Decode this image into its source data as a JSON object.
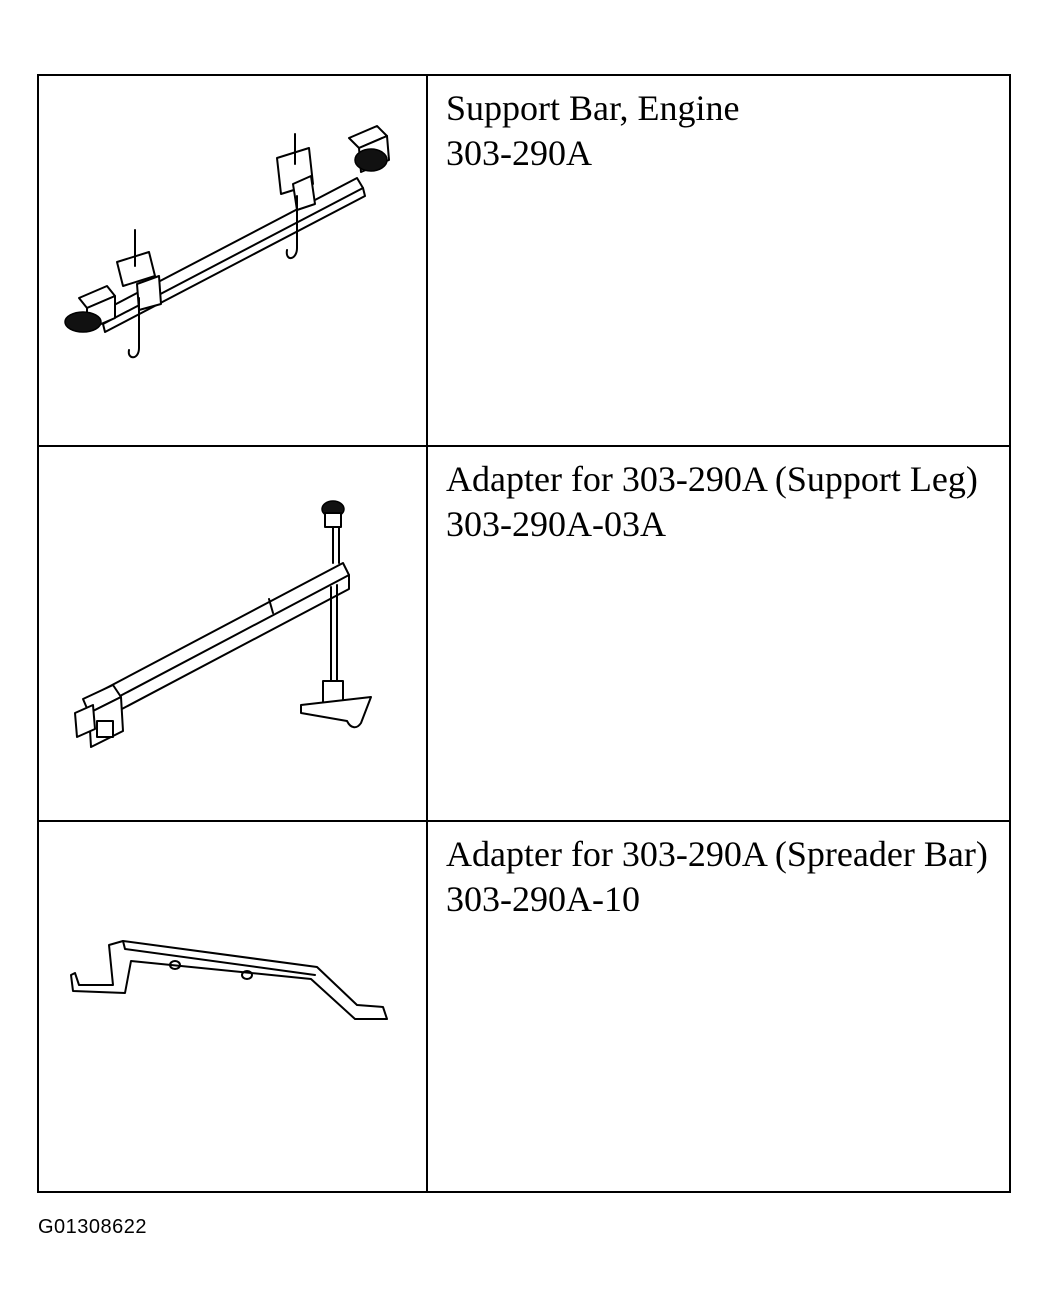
{
  "tools": [
    {
      "name": "Support Bar, Engine",
      "part_number": "303-290A",
      "illustration": "engine-support-bar-illustration"
    },
    {
      "name": "Adapter for 303-290A (Support Leg)",
      "part_number": "303-290A-03A",
      "illustration": "support-leg-adapter-illustration"
    },
    {
      "name": "Adapter for 303-290A (Spreader Bar)",
      "part_number": "303-290A-10",
      "illustration": "spreader-bar-adapter-illustration"
    }
  ],
  "figure_code": "G01308622"
}
